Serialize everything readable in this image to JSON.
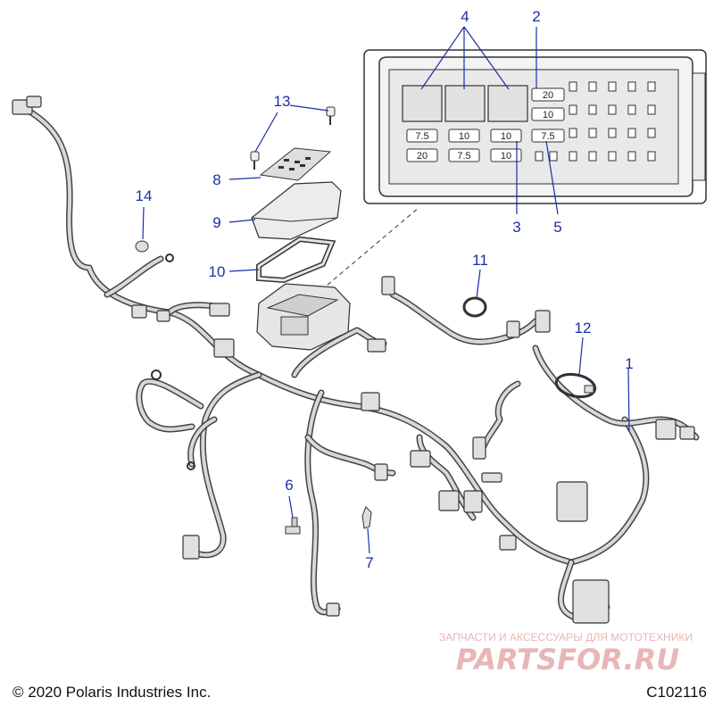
{
  "callouts": [
    "1",
    "2",
    "3",
    "4",
    "5",
    "6",
    "7",
    "8",
    "9",
    "10",
    "11",
    "12",
    "13",
    "14"
  ],
  "fuse_labels": {
    "top_row": [
      "20",
      "10"
    ],
    "row_a": [
      "7.5",
      "10",
      "10",
      "7.5"
    ],
    "row_b": [
      "20",
      "7.5",
      "10"
    ]
  },
  "watermark": {
    "tagline": "ЗАПЧАСТИ И АКСЕССУАРЫ ДЛЯ МОТОТЕХНИКИ",
    "brand": "PARTSFOR.RU"
  },
  "footer": {
    "copyright": "© 2020 Polaris Industries Inc.",
    "figure_code": "C102116"
  },
  "colors": {
    "callout": "#1a2ea8",
    "watermark": "#e8b6b6"
  }
}
